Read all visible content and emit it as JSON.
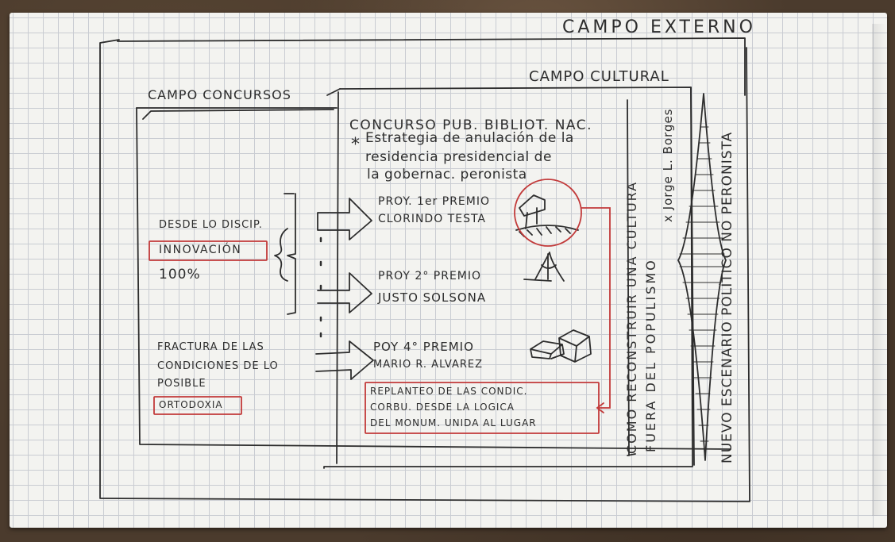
{
  "fields": {
    "external": "CAMPO EXTERNO",
    "cultural": "CAMPO CULTURAL",
    "competitions": "CAMPO CONCURSOS"
  },
  "competition": {
    "title": "CONCURSO PUB. BIBLIOT. NAC.",
    "asterisk": "*",
    "strategy_line1": "Estrategia de anulación de la",
    "strategy_line2": "residencia presidencial de",
    "strategy_line3": "la gobernac. peronista"
  },
  "left": {
    "discipline": "DESDE LO DISCIP.",
    "innovation": "INNOVACIÓN",
    "percent": "100%",
    "fracture_line1": "FRACTURA DE LAS",
    "fracture_line2": "CONDICIONES DE LO",
    "fracture_line3": "POSIBLE",
    "orthodoxy": "ORTODOXIA"
  },
  "projects": [
    {
      "line1": "PROY. 1er PREMIO",
      "line2": "CLORINDO TESTA"
    },
    {
      "line1": "PROY 2° PREMIO",
      "line2": "JUSTO SOLSONA"
    },
    {
      "line1": "POY 4° PREMIO",
      "line2": "MARIO R. ALVAREZ"
    }
  ],
  "replanteo": {
    "line1": "REPLANTEO DE LAS CONDIC.",
    "line2": "CORBU. DESDE LA LOGICA",
    "line3": "DEL MONUM. UNIDA AL LUGAR"
  },
  "vertical": {
    "col1": "COMO RECONSTRUIR UNA CULTURA",
    "col2": "FUERA DEL POPULISMO",
    "col3": "x Jorge L. Borges",
    "col4": "NUEVO ESCENARIO POLÍTICO NO PERONISTA"
  },
  "colors": {
    "ink": "#2d2d2d",
    "red": "#c23a3a",
    "paper": "#f3f3f0",
    "grid": "#c9ccd2"
  }
}
